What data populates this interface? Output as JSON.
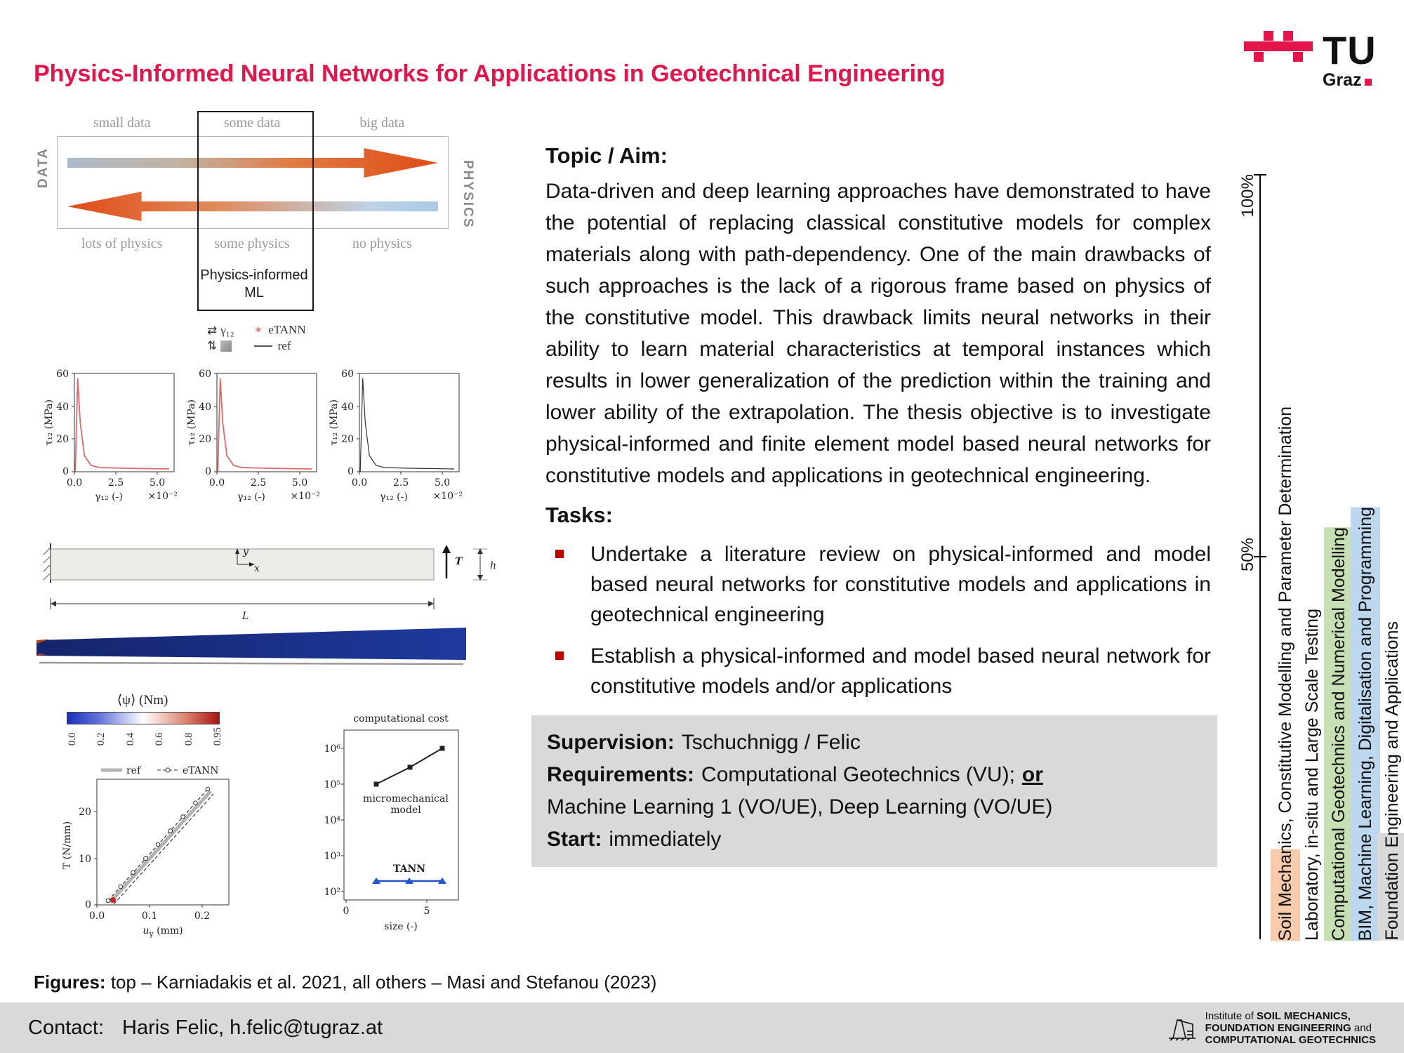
{
  "header": {
    "title": "Physics-Informed Neural Networks for Applications in Geotechnical Engineering",
    "logo_tu": "TU",
    "logo_graz": "Graz"
  },
  "spectrum": {
    "axis_left": "DATA",
    "axis_right": "PHYSICS",
    "top_labels": [
      "small data",
      "some data",
      "big data"
    ],
    "bottom_labels": [
      "lots of physics",
      "some physics",
      "no physics"
    ],
    "box_line1": "Physics-informed",
    "box_line2": "ML"
  },
  "mini_legend": {
    "gamma": "γ₁₂",
    "etann": "eTANN",
    "ref": "ref"
  },
  "stress_plot": {
    "ylabel": "τ₁₂ (MPa)",
    "xlabel": "γ₁₂ (-)",
    "exp": "×10⁻²",
    "yticks": [
      "60",
      "40",
      "20",
      "0"
    ],
    "xticks": [
      "0.0",
      "2.5",
      "5.0"
    ]
  },
  "beam": {
    "y": "y",
    "x": "x",
    "T": "T",
    "h": "h",
    "L": "L"
  },
  "colorbar": {
    "label": "⟨ψ⟩ (Nm)",
    "ticks": [
      "0.0",
      "0.2",
      "0.4",
      "0.6",
      "0.8",
      "0.95"
    ]
  },
  "force_plot": {
    "ylabel": "T (N/mm)",
    "xlabel_u": "u",
    "xlabel_sub": "y",
    "xlabel_unit": " (mm)",
    "yticks": [
      "20",
      "10",
      "0"
    ],
    "xticks": [
      "0.0",
      "0.1",
      "0.2"
    ],
    "legend_ref": "ref",
    "legend_etann": "eTANN"
  },
  "cost_plot": {
    "title": "computational cost",
    "yticks": [
      "10⁶",
      "10⁵",
      "10⁴",
      "10³",
      "10²"
    ],
    "xticks": [
      "0",
      "5"
    ],
    "xlabel": "size (-)",
    "label_top1": "micromechanical",
    "label_top2": "model",
    "label_tann": "TANN",
    "series": [
      {
        "name": "micromechanical model",
        "x": [
          2,
          4,
          6
        ],
        "y": [
          100000,
          300000,
          1000000
        ]
      },
      {
        "name": "TANN",
        "x": [
          2,
          4,
          6
        ],
        "y": [
          200,
          200,
          200
        ]
      }
    ]
  },
  "content": {
    "topic_heading": "Topic / Aim:",
    "topic_text": "Data-driven and deep learning approaches have demonstrated to have the potential of replacing classical constitutive models for complex materials along with path-dependency. One of the main drawbacks of such approaches is the lack of a rigorous frame based on physics of the constitutive model. This drawback limits neural networks in their ability to learn material characteristics at temporal instances which results in lower generalization of the prediction within the training and lower ability of the extrapolation. The thesis objective is to investigate physical-informed and finite element model based neural networks for constitutive models and applications in geotechnical engineering.",
    "tasks_heading": "Tasks:",
    "tasks": [
      "Undertake a literature review on physical-informed and model based neural networks for constitutive models and applications in geotechnical engineering",
      "Establish a physical-informed and model based neural network for constitutive models and/or applications"
    ],
    "supervision_label": "Supervision:",
    "supervision": "Tschuchnigg / Felic",
    "requirements_label": "Requirements:",
    "requirements_a": "Computational Geotechnics (VU);",
    "requirements_or": "or",
    "requirements_b": "Machine Learning 1 (VO/UE), Deep Learning (VO/UE)",
    "start_label": "Start:",
    "start": "immediately"
  },
  "skills": {
    "tick_100": "100%",
    "tick_50": "50%",
    "bars": [
      {
        "label": "Soil Mechanics, Constitutive Modelling and Parameter Determination",
        "pct": 12,
        "color": "#F8CBAD"
      },
      {
        "label": "Laboratory, in-situ and Large Scale Testing",
        "pct": 0,
        "color": "transparent"
      },
      {
        "label": "Computational Geotechnics and Numerical Modelling",
        "pct": 58,
        "color": "#C6E0B4"
      },
      {
        "label": "BIM, Machine Learning, Digitalisation and Programming",
        "pct": 62,
        "color": "#BDD7EE"
      },
      {
        "label": "Foundation Engineering and Applications",
        "pct": 14,
        "color": "#D9D9D9"
      }
    ]
  },
  "caption": {
    "label": "Figures:",
    "text": "top – Karniadakis et al. 2021,  all others – Masi and Stefanou (2023)"
  },
  "footer": {
    "contact_label": "Contact:",
    "contact": "Haris Felic, h.felic@tugraz.at",
    "inst_1a": "Institute of ",
    "inst_1b": "SOIL MECHANICS,",
    "inst_2a": "FOUNDATION ENGINEERING",
    "inst_2b": " and",
    "inst_3": "COMPUTATIONAL GEOTECHNICS"
  }
}
